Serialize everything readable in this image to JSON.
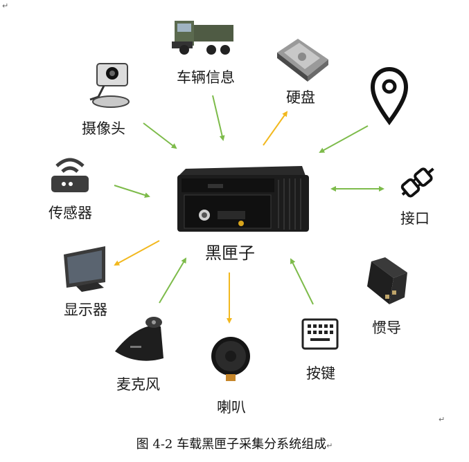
{
  "center": {
    "label": "黑匣子"
  },
  "components": {
    "vehicle_info": "车辆信息",
    "hard_disk": "硬盘",
    "camera": "摄像头",
    "location": "",
    "sensor": "传感器",
    "interface": "接口",
    "display": "显示器",
    "inertial_nav": "惯导",
    "microphone": "麦克风",
    "speaker": "喇叭",
    "keyboard": "按键"
  },
  "caption": "图 4-2  车载黑匣子采集分系统组成",
  "marks": {
    "top_left": "↵",
    "caption_end": "↵",
    "bottom_right": "↵"
  },
  "colors": {
    "input_arrow": "#7dbb4a",
    "output_arrow": "#f2b81e",
    "text": "#1a1a1a"
  },
  "icons": {
    "vehicle_info": "truck-icon",
    "hard_disk": "hard-disk-icon",
    "camera": "webcam-icon",
    "location": "location-pin-icon",
    "sensor": "router-sensor-icon",
    "interface": "plug-icon",
    "display": "monitor-icon",
    "inertial_nav": "imu-box-icon",
    "microphone": "microphone-icon",
    "speaker": "speaker-icon",
    "keyboard": "keyboard-icon",
    "center": "black-box-dvr-icon"
  }
}
